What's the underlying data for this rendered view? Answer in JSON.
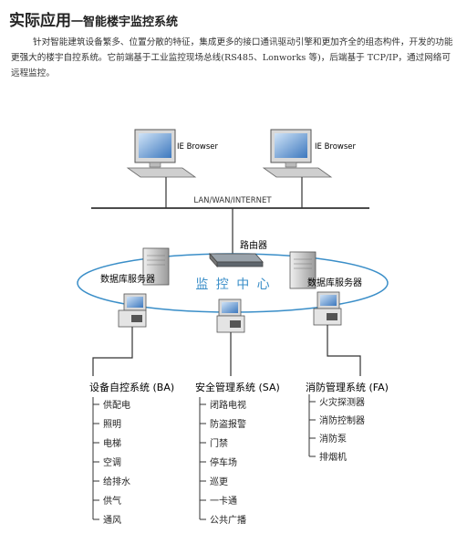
{
  "title": {
    "main": "实际应用",
    "sub": "一智能楼宇监控系统"
  },
  "intro": "针对智能建筑设备繁多、位置分散的特征，集成更多的接口通讯驱动引擎和更加齐全的组态构件，开发的功能更强大的楼宇自控系统。它前端基于工业监控现场总线(RS485、Lonworks 等)，后端基于 TCP/IP，通过网络可远程监控。",
  "browsers": [
    "IE Browser",
    "IE Browser"
  ],
  "network_label": "LAN/WAN/INTERNET",
  "router_label": "路由器",
  "db_servers": [
    "数据库服务器",
    "数据库服务器"
  ],
  "center_label": "监 控 中 心",
  "systems": [
    {
      "title": "设备自控系统 (BA)",
      "items": [
        "供配电",
        "照明",
        "电梯",
        "空调",
        "给排水",
        "供气",
        "通风"
      ]
    },
    {
      "title": "安全管理系统 (SA)",
      "items": [
        "闭路电视",
        "防盗报警",
        "门禁",
        "停车场",
        "巡更",
        "一卡通",
        "公共广播"
      ]
    },
    {
      "title": "消防管理系统 (FA)",
      "items": [
        "火灾探测器",
        "消防控制器",
        "消防泵",
        "排烟机"
      ]
    }
  ],
  "colors": {
    "ring": "#3a8ec8",
    "center_text": "#3a8ec8",
    "line": "#333333",
    "screen": "#4a86c8"
  }
}
